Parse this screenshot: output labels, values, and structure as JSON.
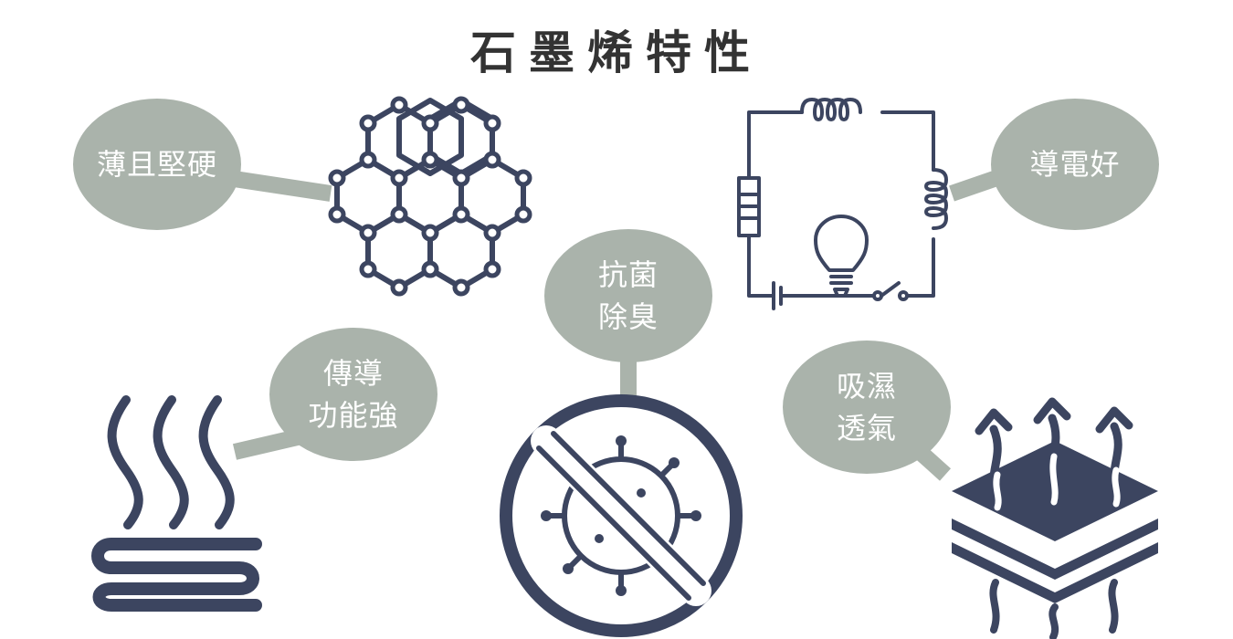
{
  "title": "石墨烯特性",
  "colors": {
    "bubble": "#aab3ab",
    "icon": "#3c4560",
    "title": "#333333",
    "bubble_text": "#ffffff"
  },
  "features": {
    "thin_strong": "薄且堅硬",
    "conductive": "導電好",
    "antibacterial_line1": "抗菌",
    "antibacterial_line2": "除臭",
    "heat_line1": "傳導",
    "heat_line2": "功能強",
    "moisture_line1": "吸濕",
    "moisture_line2": "透氣"
  },
  "icons": {
    "thin_strong": "graphene-hexagon-lattice-icon",
    "conductive": "electric-circuit-icon",
    "antibacterial": "no-bacteria-icon",
    "heat": "heat-waves-icon",
    "moisture": "breathable-fabric-layers-icon"
  }
}
